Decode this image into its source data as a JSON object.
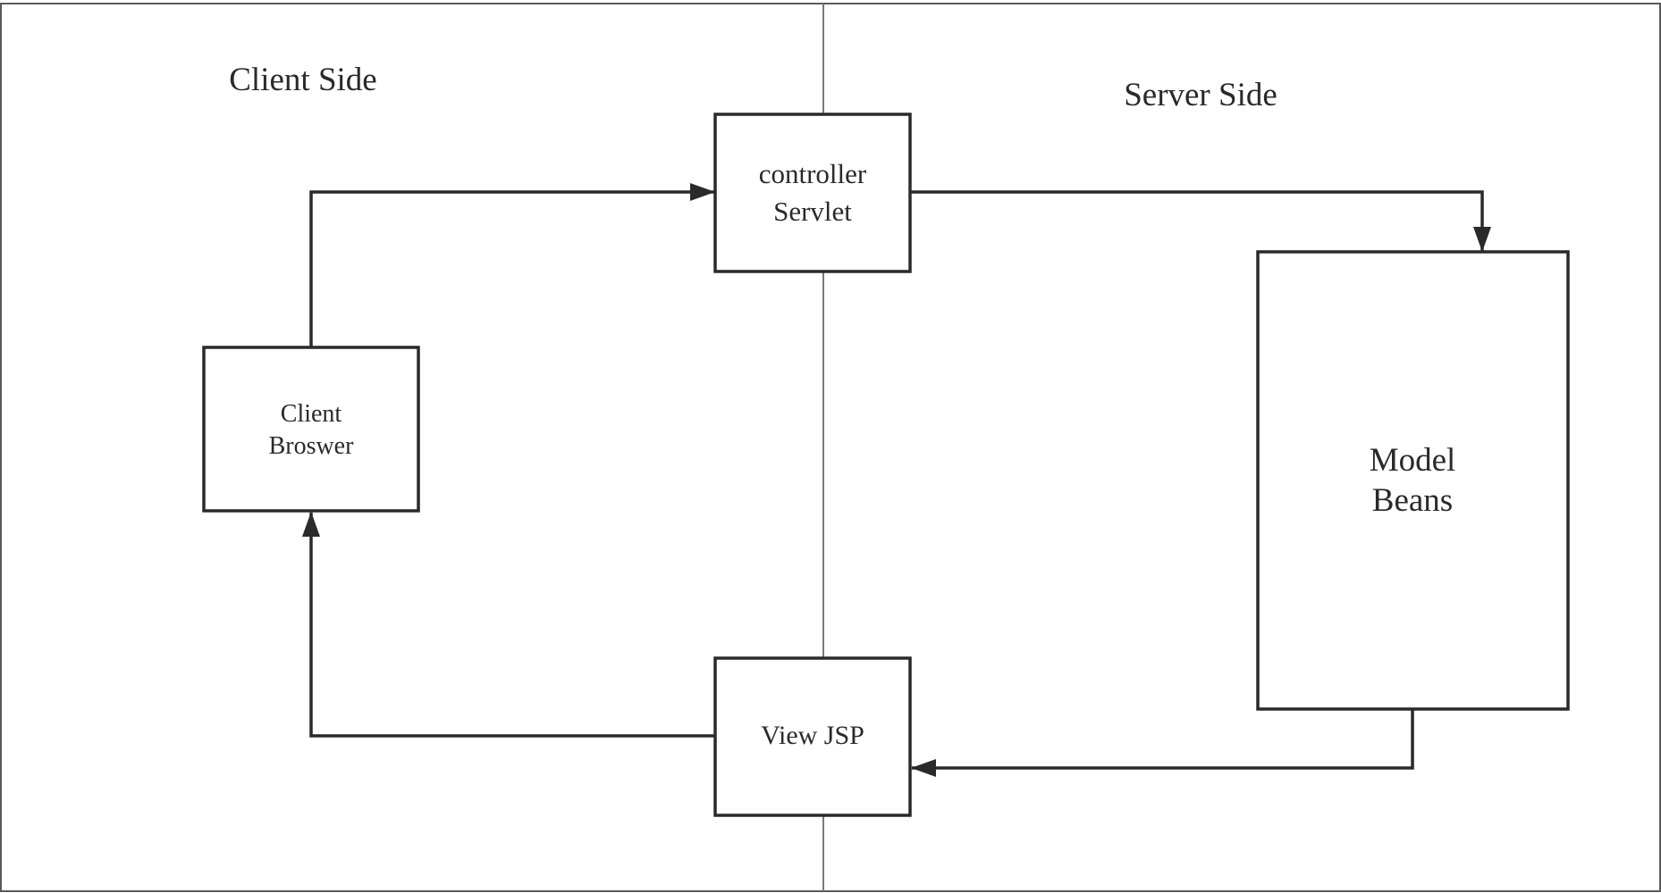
{
  "sides": {
    "client": "Client Side",
    "server": "Server Side"
  },
  "nodes": {
    "controller": {
      "line1": "controller",
      "line2": "Servlet"
    },
    "client_browser": {
      "line1": "Client",
      "line2": "Broswer"
    },
    "model": {
      "line1": "Model",
      "line2": "Beans"
    },
    "view": {
      "line1": "View JSP"
    }
  },
  "edges": [
    {
      "from": "client_browser",
      "to": "controller"
    },
    {
      "from": "controller",
      "to": "model"
    },
    {
      "from": "model",
      "to": "view"
    },
    {
      "from": "view",
      "to": "client_browser"
    }
  ],
  "colors": {
    "stroke": "#2a2a2a",
    "divider": "#7a7a7a",
    "text": "#2a2a2a",
    "background": "#ffffff"
  }
}
